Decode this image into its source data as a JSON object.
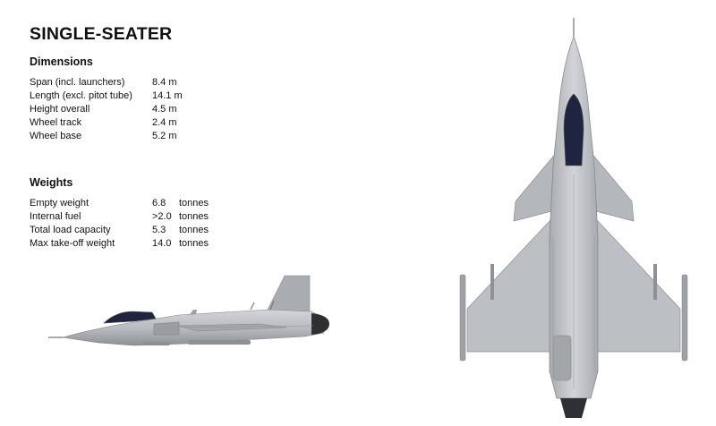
{
  "title": "SINGLE-SEATER",
  "dimensions": {
    "heading": "Dimensions",
    "rows": [
      {
        "label": "Span (incl. launchers)",
        "value": "8.4 m"
      },
      {
        "label": "Length (excl. pitot tube)",
        "value": "14.1 m"
      },
      {
        "label": "Height overall",
        "value": "4.5 m"
      },
      {
        "label": "Wheel track",
        "value": "2.4 m"
      },
      {
        "label": "Wheel base",
        "value": "5.2 m"
      }
    ]
  },
  "weights": {
    "heading": "Weights",
    "rows": [
      {
        "label": "Empty weight",
        "value": "6.8",
        "unit": "tonnes"
      },
      {
        "label": "Internal fuel",
        "value": ">2.0",
        "unit": "tonnes"
      },
      {
        "label": "Total load capacity",
        "value": "5.3",
        "unit": "tonnes"
      },
      {
        "label": "Max take-off weight",
        "value": "14.0",
        "unit": "tonnes"
      }
    ]
  },
  "colors": {
    "airframe": "#b9bcc0",
    "airframe_dark": "#8e9296",
    "canopy": "#1f2440",
    "radome": "#3a3c40"
  },
  "illustrations": [
    "side-view-aircraft",
    "top-view-aircraft"
  ]
}
